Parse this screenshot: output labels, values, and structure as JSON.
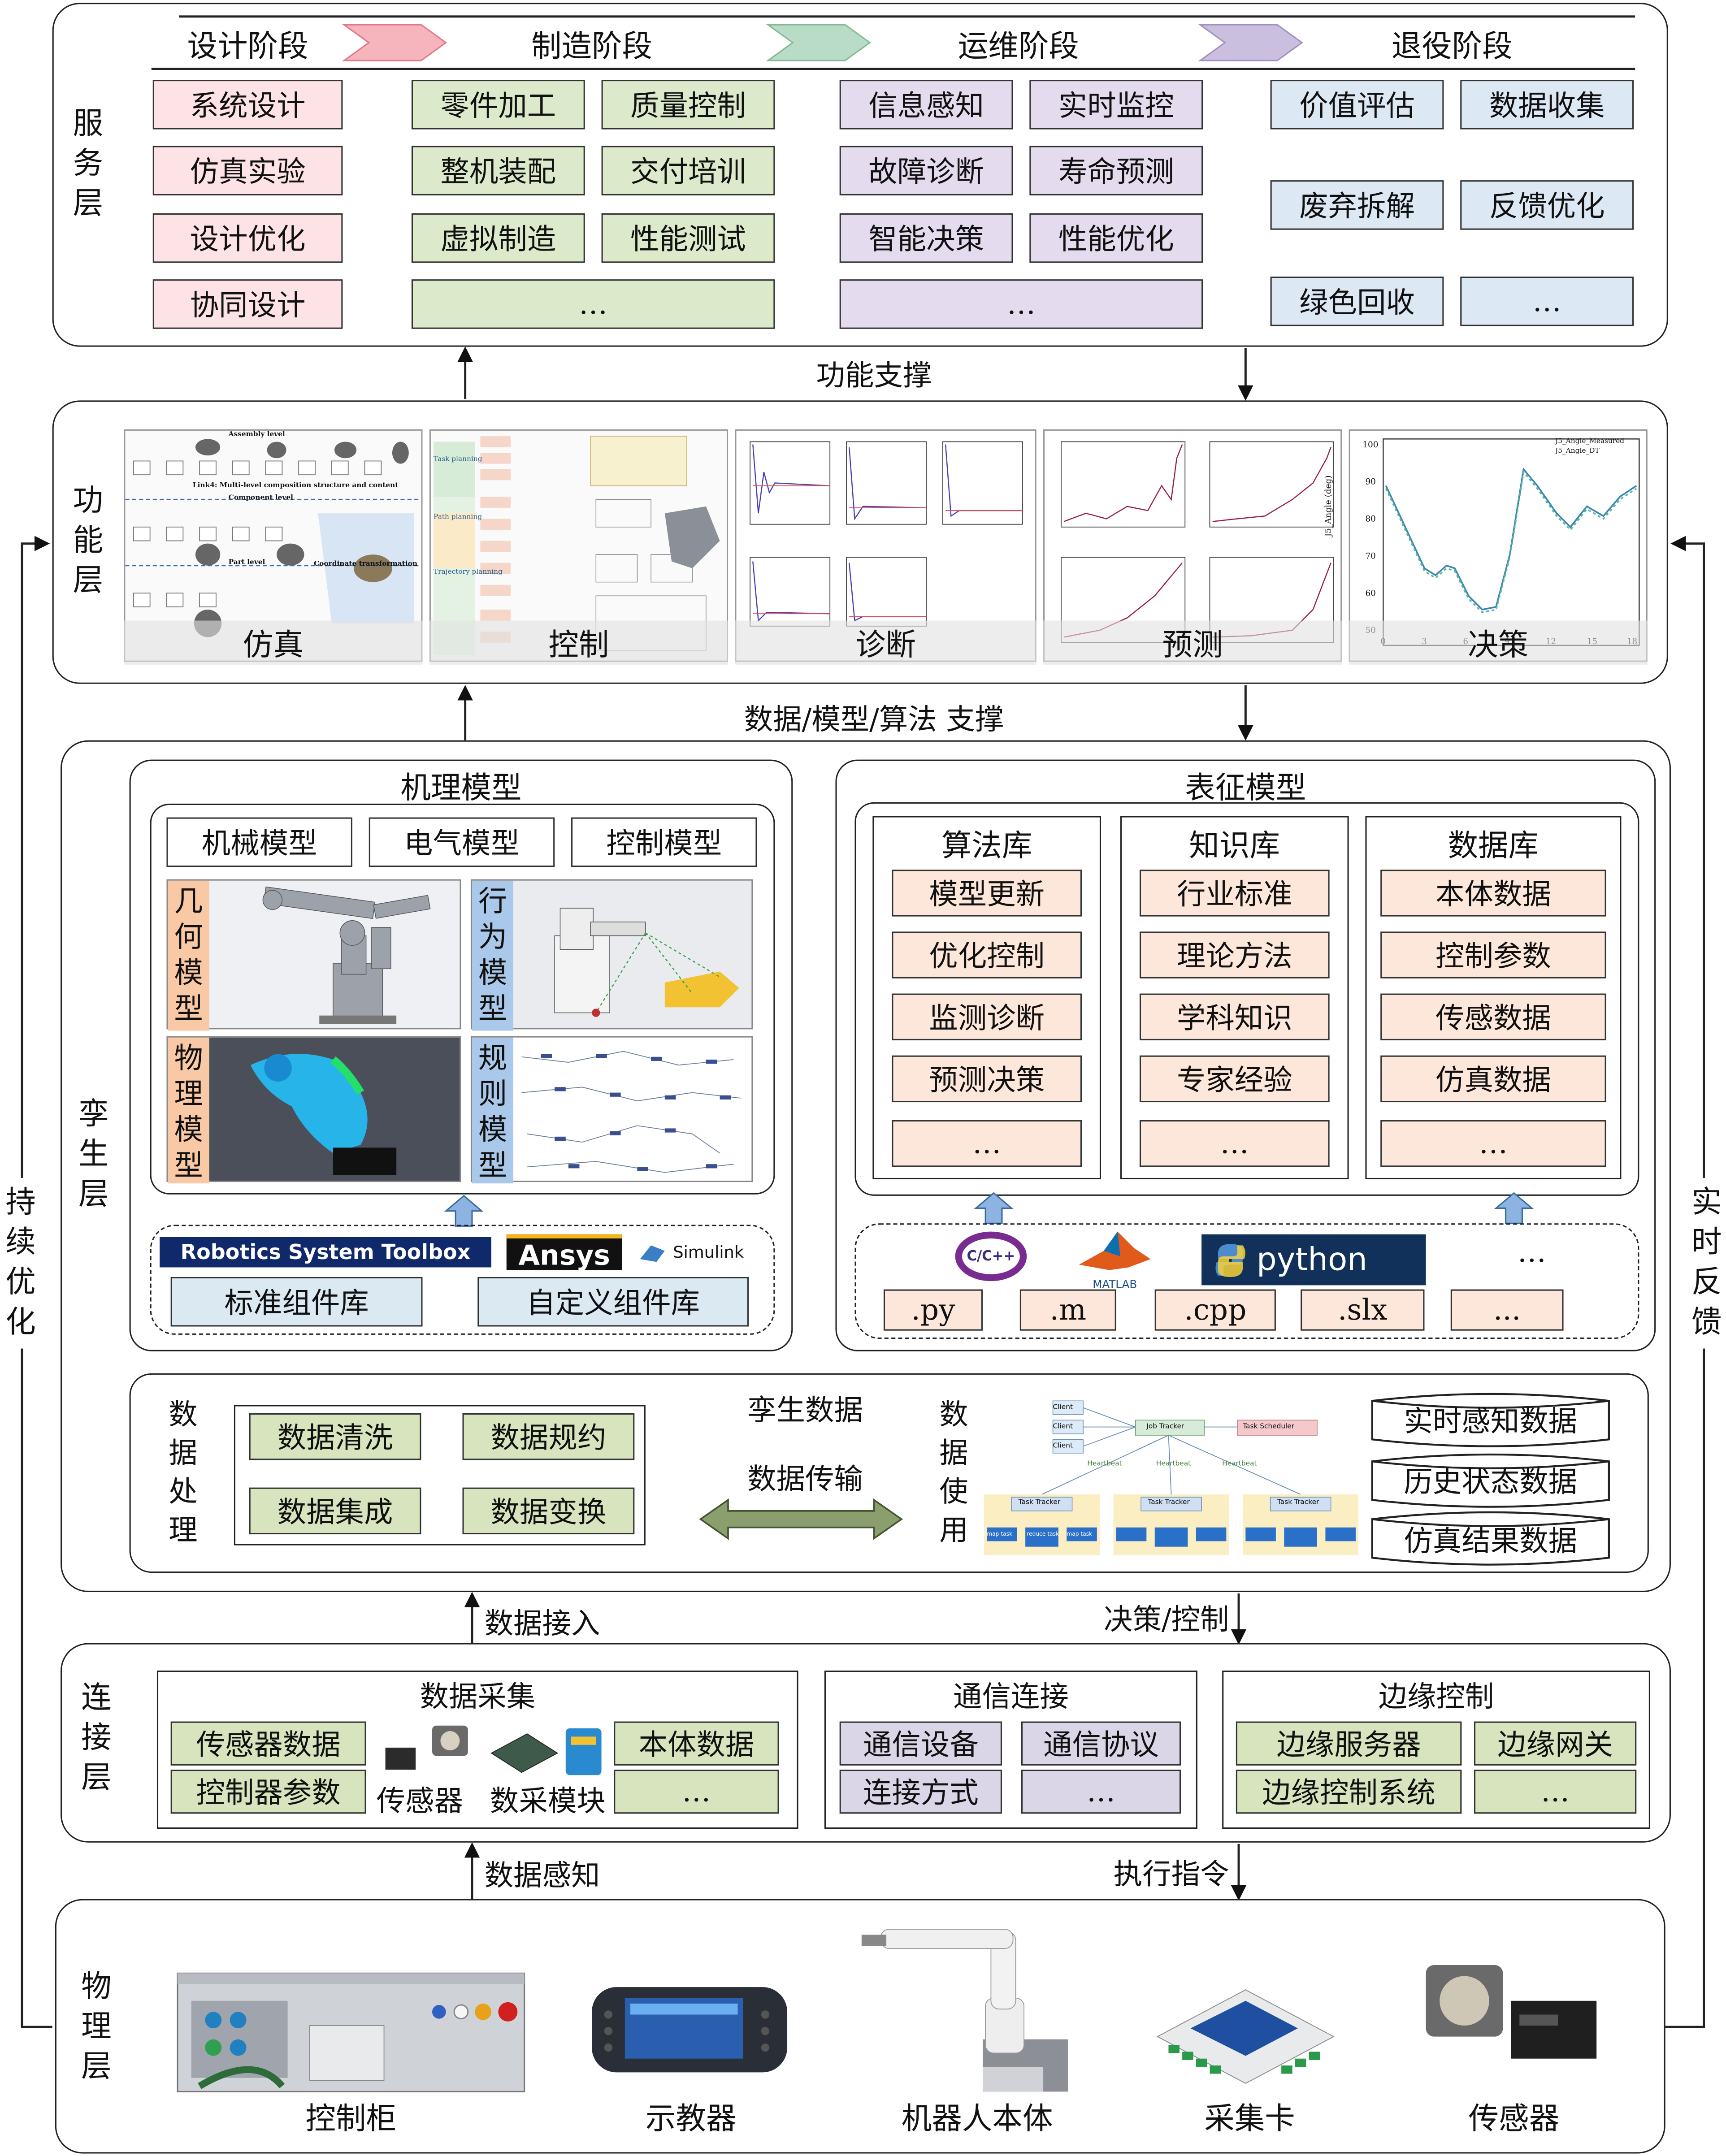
{
  "service": {
    "label": "服务层",
    "stages": [
      "设计阶段",
      "制造阶段",
      "运维阶段",
      "退役阶段"
    ],
    "design": [
      "系统设计",
      "仿真实验",
      "设计优化",
      "协同设计"
    ],
    "manufacture": [
      "零件加工",
      "质量控制",
      "整机装配",
      "交付培训",
      "虚拟制造",
      "性能测试",
      "…"
    ],
    "operation": [
      "信息感知",
      "实时监控",
      "故障诊断",
      "寿命预测",
      "智能决策",
      "性能优化",
      "…"
    ],
    "retire": [
      "价值评估",
      "数据收集",
      "废弃拆解",
      "反馈优化",
      "绿色回收",
      "…"
    ]
  },
  "arrow1": "功能支撑",
  "function": {
    "label": "功能层",
    "items": [
      "仿真",
      "控制",
      "诊断",
      "预测",
      "决策"
    ],
    "sim_texts": [
      "Assembly level",
      "Link4: Multi-level composition structure and content",
      "Component level",
      "Part level",
      "Coordinate transformation"
    ],
    "ctrl_texts": [
      "Task planning",
      "Path planning",
      "Trajectory planning"
    ],
    "decision_legend": [
      "J5_Angle_Measured",
      "J5_Angle_DT"
    ],
    "decision_ylabel": "J5_Angle (deg)",
    "decision_yticks": [
      "100",
      "90",
      "80",
      "70",
      "60",
      "50"
    ],
    "decision_xticks": [
      "0",
      "3",
      "6",
      "9",
      "12",
      "15",
      "18"
    ]
  },
  "arrow2": "数据/模型/算法 支撑",
  "twin": {
    "label": "孪生层",
    "mech_title": "机理模型",
    "mech_models": [
      "机械模型",
      "电气模型",
      "控制模型"
    ],
    "geo": "几何模型",
    "behavior": "行为模型",
    "physics": "物理模型",
    "rule": "规则模型",
    "tools": [
      "Robotics System Toolbox",
      "Ansys",
      "Simulink"
    ],
    "libs": [
      "标准组件库",
      "自定义组件库"
    ],
    "repr_title": "表征模型",
    "algo_title": "算法库",
    "algo": [
      "模型更新",
      "优化控制",
      "监测诊断",
      "预测决策",
      "…"
    ],
    "know_title": "知识库",
    "know": [
      "行业标准",
      "理论方法",
      "学科知识",
      "专家经验",
      "…"
    ],
    "db_title": "数据库",
    "db": [
      "本体数据",
      "控制参数",
      "传感数据",
      "仿真数据",
      "…"
    ],
    "langs": [
      "C/C++",
      "MATLAB",
      "python",
      "…"
    ],
    "exts": [
      ".py",
      ".m",
      ".cpp",
      ".slx",
      "..."
    ],
    "dp_label": "数据处理",
    "dp": [
      "数据清洗",
      "数据规约",
      "数据集成",
      "数据变换"
    ],
    "twin_data": "孪生数据",
    "transfer": "数据传输",
    "du_label": "数据使用",
    "hadoop": [
      "Client",
      "Client",
      "Client",
      "Job Tracker",
      "Task Scheduler",
      "Heartbeat",
      "Heartbeat",
      "Heartbeat",
      "Task Tracker",
      "Task Tracker",
      "Task Tracker",
      "map task",
      "reduce task",
      "map task"
    ],
    "stores": [
      "实时感知数据",
      "历史状态数据",
      "仿真结果数据"
    ]
  },
  "arrow3_up": "数据接入",
  "arrow3_down": "决策/控制",
  "connect": {
    "label": "连接层",
    "acq_title": "数据采集",
    "acq": [
      "传感器数据",
      "控制器参数",
      "本体数据",
      "…"
    ],
    "acq_devices": [
      "传感器",
      "数采模块"
    ],
    "comm_title": "通信连接",
    "comm": [
      "通信设备",
      "通信协议",
      "连接方式",
      "…"
    ],
    "edge_title": "边缘控制",
    "edge": [
      "边缘服务器",
      "边缘网关",
      "边缘控制系统",
      "…"
    ]
  },
  "arrow4_up": "数据感知",
  "arrow4_down": "执行指令",
  "physical": {
    "label": "物理层",
    "items": [
      "控制柜",
      "示教器",
      "机器人本体",
      "采集卡",
      "传感器"
    ]
  },
  "side_left": "持续优化",
  "side_right": "实时反馈"
}
